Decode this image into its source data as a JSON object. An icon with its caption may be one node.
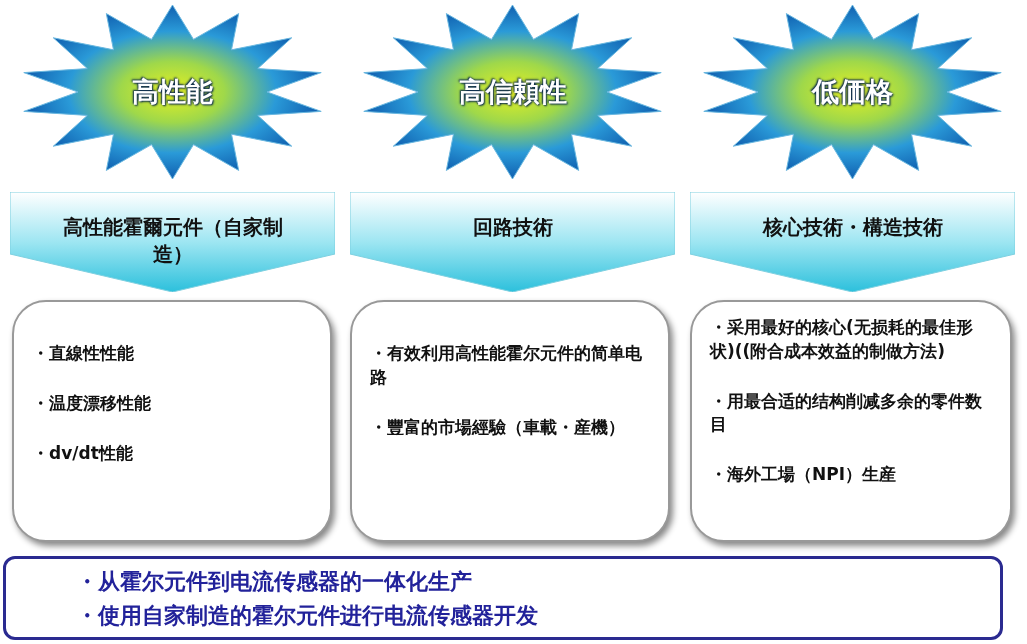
{
  "diagram": {
    "nodes": [
      {
        "text": [
          "高性能"
        ]
      },
      {
        "text": [
          "高信頼性"
        ]
      },
      {
        "text": [
          "低価格"
        ]
      },
      {
        "text": [
          "高性能霍爾元件（自家制造）"
        ]
      },
      {
        "text": [
          "回路技術"
        ]
      },
      {
        "text": [
          "核心技術・構造技術"
        ]
      },
      {
        "text": [
          "・直線性性能",
          "・温度漂移性能",
          "・dv/dt性能"
        ]
      },
      {
        "text": [
          "・有效利用高性能霍尔元件的简单电路",
          "・豐富的市場經驗（車載・産機）"
        ]
      },
      {
        "text": [
          "・采用最好的核心(无损耗的最佳形状)((附合成本效益的制做方法)",
          "・用最合适的结构削减多余的零件数目",
          "・海外工場（NPI）生産"
        ]
      },
      {
        "text": [
          "・从霍尔元件到电流传感器的一体化生产",
          "・使用自家制造的霍尔元件进行电流传感器开发"
        ]
      }
    ],
    "edges": []
  }
}
